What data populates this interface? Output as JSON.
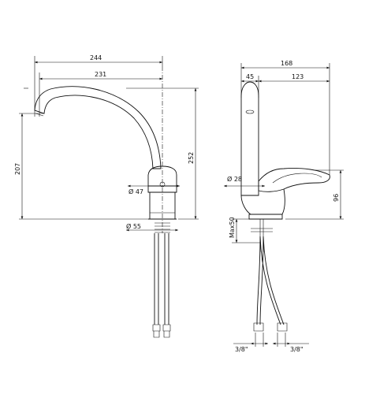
{
  "front_view": {
    "dim_overall_width": "244",
    "dim_spout_reach": "231",
    "dim_spout_height": "207",
    "dim_total_height": "252",
    "dim_body_diameter": "Ø 47",
    "dim_base_diameter": "Ø 55"
  },
  "side_view": {
    "dim_overall_depth": "168",
    "dim_spout_offset": "45",
    "dim_lever_reach": "123",
    "dim_lever_diameter": "Ø 28",
    "dim_lever_height": "96",
    "dim_max_deck": "Max50",
    "dim_hose_left": "3/8\"",
    "dim_hose_right": "3/8\""
  }
}
